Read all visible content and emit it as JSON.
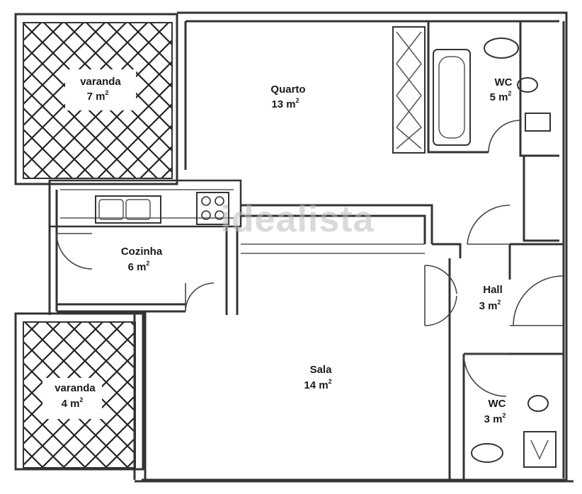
{
  "rooms": {
    "varanda_top": {
      "name": "varanda",
      "area": "7 m",
      "sup": "2"
    },
    "quarto": {
      "name": "Quarto",
      "area": "13 m",
      "sup": "2"
    },
    "wc_top": {
      "name": "WC",
      "area": "5 m",
      "sup": "2"
    },
    "cozinha": {
      "name": "Cozinha",
      "area": "6 m",
      "sup": "2"
    },
    "hall": {
      "name": "Hall",
      "area": "3 m",
      "sup": "2"
    },
    "sala": {
      "name": "Sala",
      "area": "14 m",
      "sup": "2"
    },
    "varanda_bottom": {
      "name": "varanda",
      "area": "4 m",
      "sup": "2"
    },
    "wc_bottom": {
      "name": "WC",
      "area": "3 m",
      "sup": "2"
    }
  },
  "watermark": "idealista"
}
